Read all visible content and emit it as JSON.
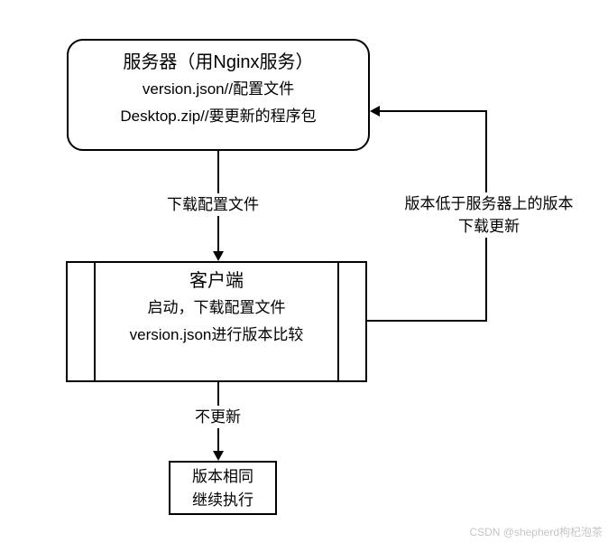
{
  "diagram": {
    "nodes": {
      "server": {
        "title": "服务器（用Nginx服务）",
        "line1": "version.json//配置文件",
        "line2": "Desktop.zip//要更新的程序包"
      },
      "client": {
        "title": "客户端",
        "line1": "启动，下载配置文件",
        "line2": "version.json进行版本比较"
      },
      "result": {
        "line1": "版本相同",
        "line2": "继续执行"
      }
    },
    "edges": {
      "server_to_client": {
        "label": "下载配置文件"
      },
      "client_to_server": {
        "label_line1": "版本低于服务器上的版本",
        "label_line2": "下载更新"
      },
      "client_to_result": {
        "label": "不更新"
      }
    },
    "colors": {
      "stroke": "#000000",
      "background": "#ffffff",
      "watermark_text": "#c5c5c5"
    }
  },
  "watermark": {
    "text": "CSDN @shepherd枸杞泡茶"
  }
}
